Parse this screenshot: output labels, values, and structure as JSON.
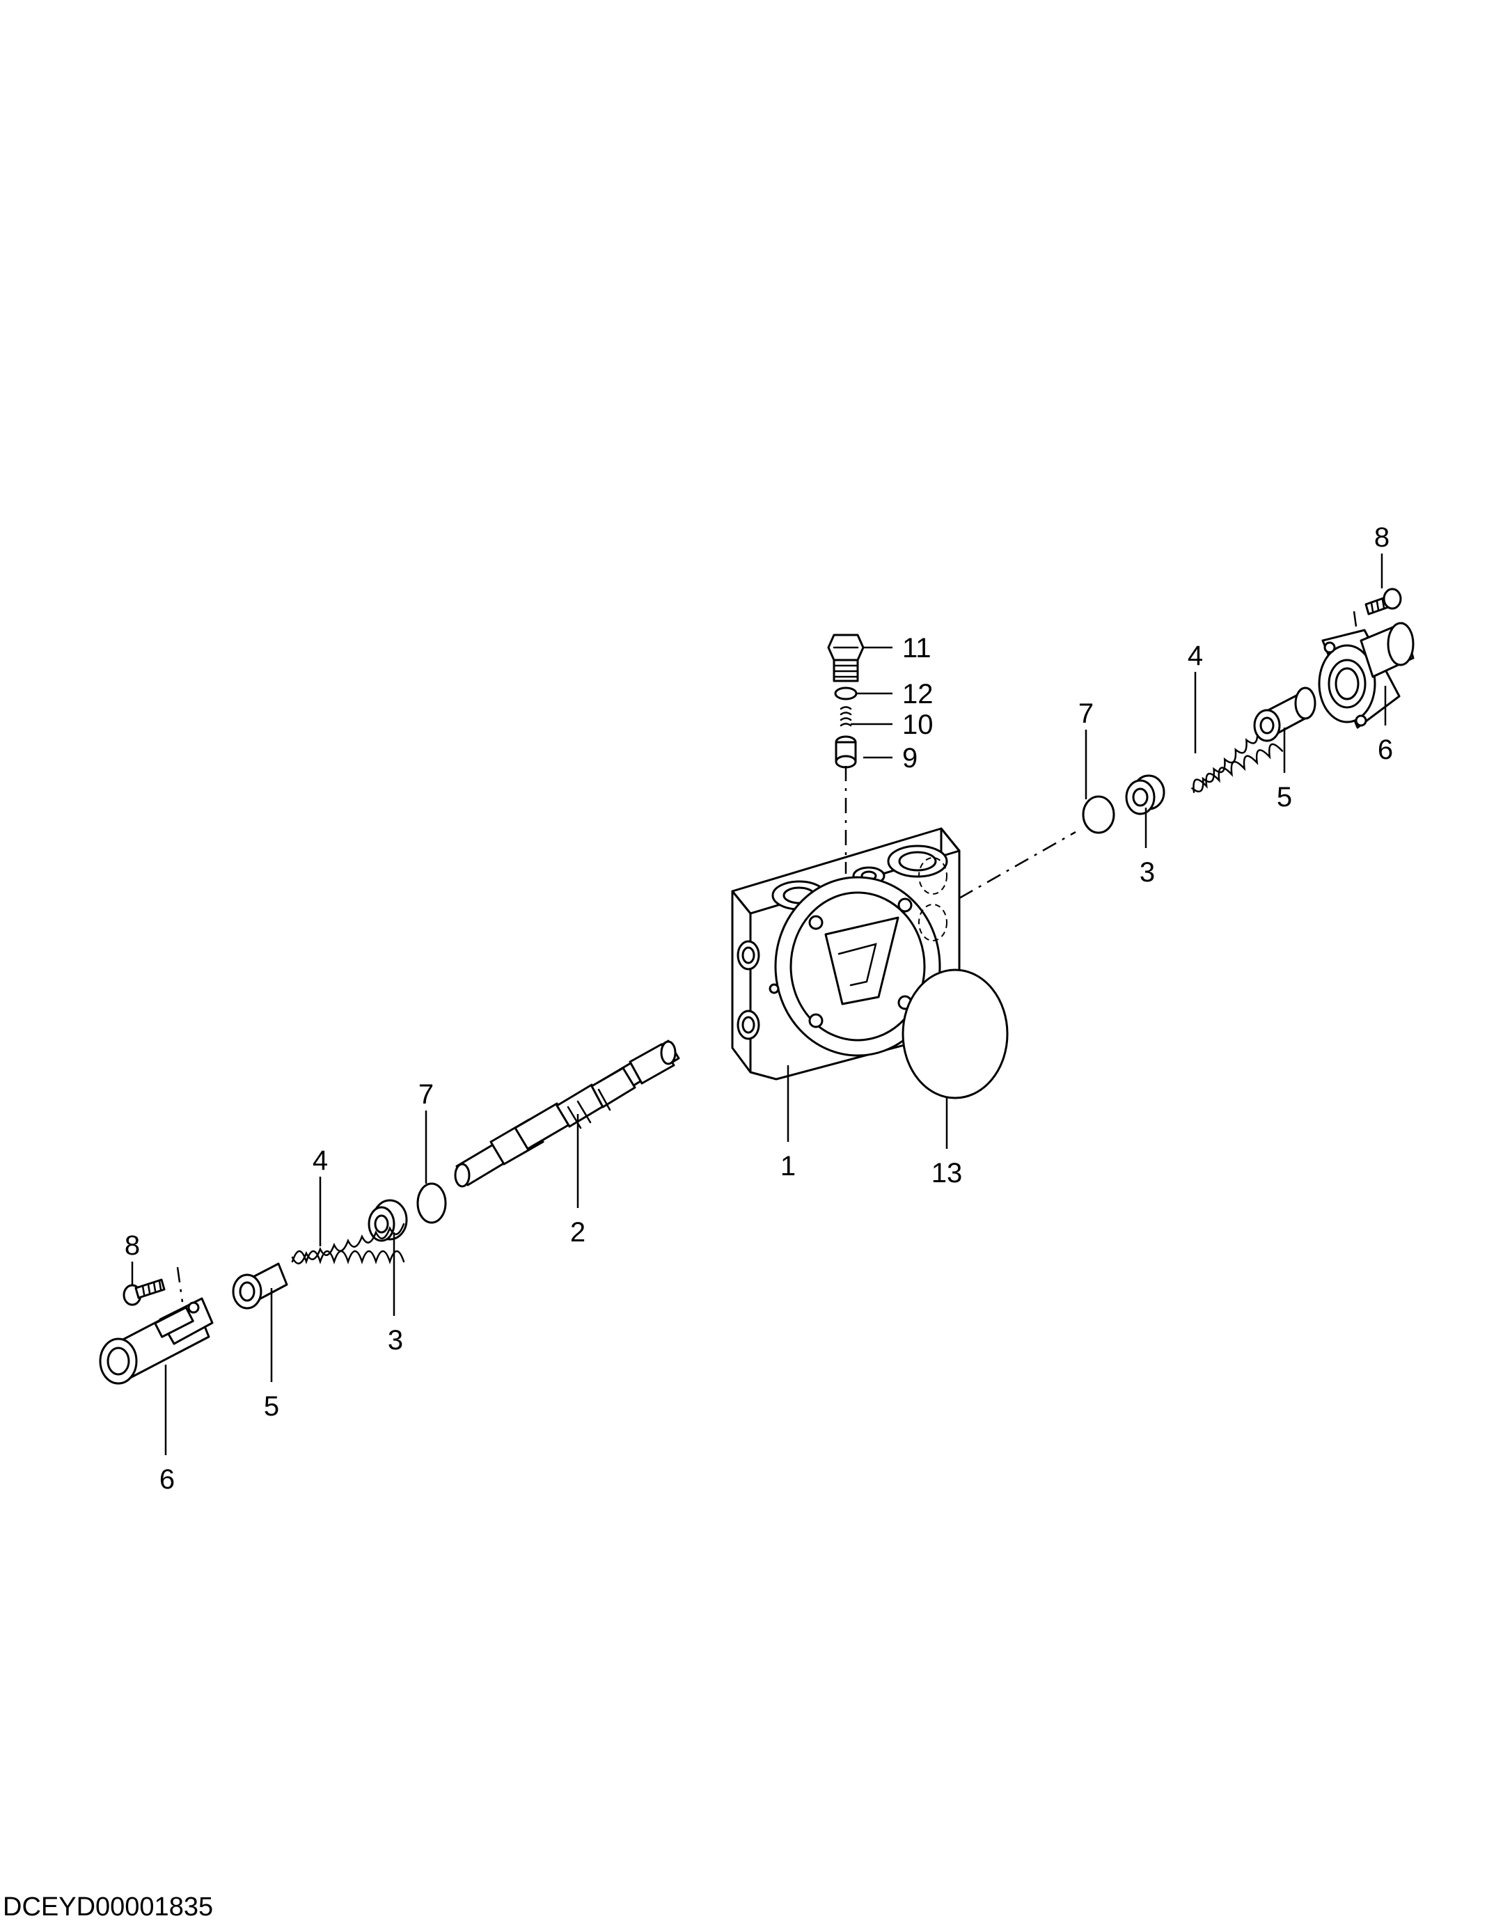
{
  "figure_id": "DCEYD00001835",
  "callouts": {
    "c1": "1",
    "c2": "2",
    "c3_right": "3",
    "c3_left": "3",
    "c4_right": "4",
    "c4_left": "4",
    "c5_right": "5",
    "c5_left": "5",
    "c6_right": "6",
    "c6_left": "6",
    "c7_right": "7",
    "c7_left": "7",
    "c8_right": "8",
    "c8_left": "8",
    "c9": "9",
    "c10": "10",
    "c11": "11",
    "c12": "12",
    "c13": "13"
  }
}
